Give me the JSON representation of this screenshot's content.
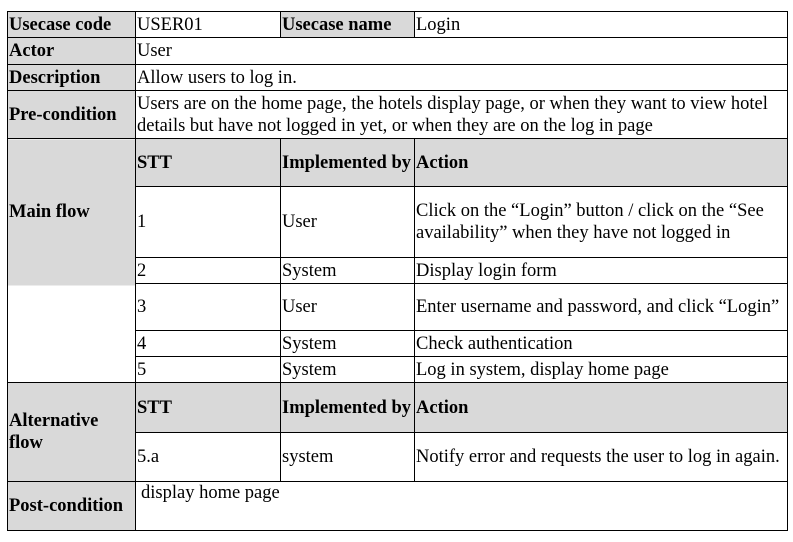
{
  "header": {
    "usecase_code_label": "Usecase code",
    "usecase_code": "USER01",
    "usecase_name_label": "Usecase name",
    "usecase_name": "Login"
  },
  "actor": {
    "label": "Actor",
    "value": "User"
  },
  "description": {
    "label": "Description",
    "value": "Allow users to log in."
  },
  "precondition": {
    "label": "Pre-condition",
    "value": "Users are on the home page, the hotels display page, or when they want to view hotel details but have not logged in yet, or when they are on the log in page"
  },
  "main_flow": {
    "label": "Main flow",
    "columns": {
      "stt": "STT",
      "implemented_by": "Implemented by",
      "action": "Action"
    },
    "steps": [
      {
        "stt": "1",
        "by": "User",
        "action": "Click on the “Login” button / click on the “See availability” when they have not logged in"
      },
      {
        "stt": "2",
        "by": "System",
        "action": "Display login form"
      },
      {
        "stt": "3",
        "by": "User",
        "action": "Enter username and password, and click “Login”"
      },
      {
        "stt": "4",
        "by": "System",
        "action": "Check authentication"
      },
      {
        "stt": "5",
        "by": "System",
        "action": "Log in system, display home page"
      }
    ]
  },
  "alternative_flow": {
    "label": "Alternative flow",
    "columns": {
      "stt": "STT",
      "implemented_by": "Implemented by",
      "action": "Action"
    },
    "steps": [
      {
        "stt": "5.a",
        "by": "system",
        "action": "Notify error and requests the user to log in again."
      }
    ]
  },
  "postcondition": {
    "label": "Post-condition",
    "value": "display home page"
  }
}
